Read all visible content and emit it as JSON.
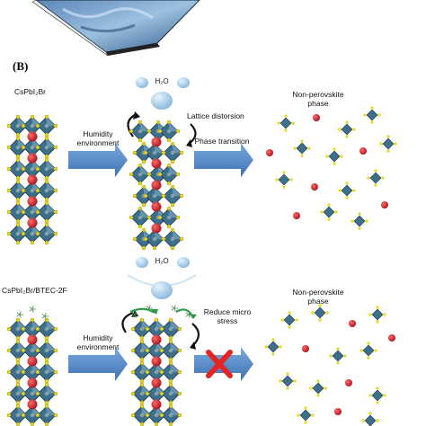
{
  "panel_label": "(B)",
  "top_row": {
    "material": "CsPbI₂Br",
    "arrow1_label": "Humidity environment",
    "water_label": "H₂O",
    "distortion_label": "Lattice distorsion",
    "arrow2_label": "Phase transition",
    "result_label": "Non-perovskite phase"
  },
  "bottom_row": {
    "material": "CsPbI₂Br/BTEC-2F",
    "arrow1_label": "Humidity environment",
    "water_label": "H₂O",
    "stress_label": "Reduce micro stress",
    "result_label": "Non-perovskite phase"
  },
  "colors": {
    "arrow_blue": "#5b8fcf",
    "octahedron": "#3d6f8a",
    "cation_red": "#cc1f2a",
    "halide_yellow": "#e8d820",
    "block_mark": "#e52424",
    "water": "#9fc8e6",
    "green_arrow": "#2e9a4a"
  }
}
